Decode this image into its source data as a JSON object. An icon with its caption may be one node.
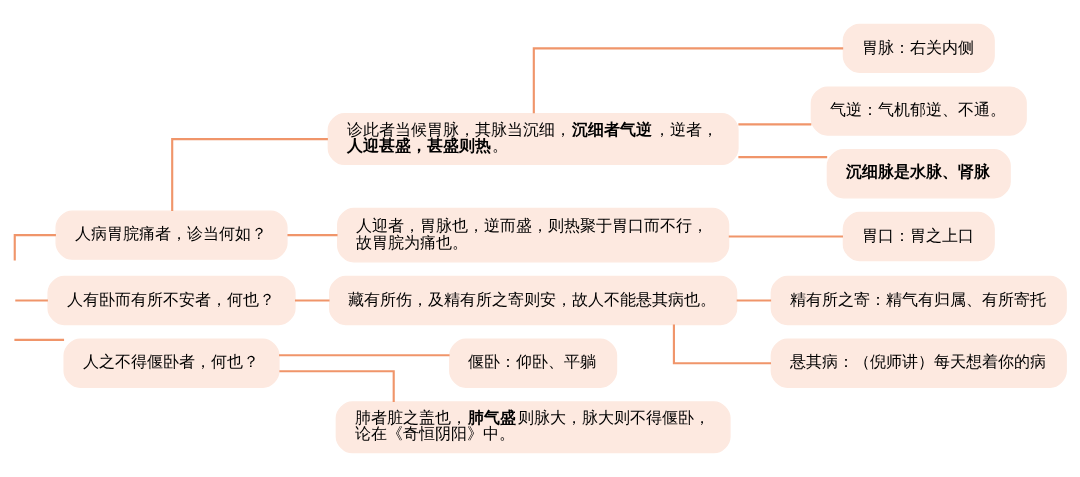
{
  "diagram": {
    "nodes": [
      {
        "text": [
          "人病胃脘痛者，诊当何如？"
        ]
      },
      {
        "text": [
          "诊此者当候胃脉，其脉当沉细，**沉细者气逆**，逆者，**人迎甚盛，甚盛则热**。"
        ]
      },
      {
        "text": [
          "胃脉：右关内侧"
        ]
      },
      {
        "text": [
          "气逆：气机郁逆、不通。"
        ]
      },
      {
        "text": [
          "**沉细脉是水脉、肾脉**"
        ]
      },
      {
        "text": [
          "人迎者，胃脉也，逆而盛，则热聚于胃口而不行，故胃脘为痛也。"
        ]
      },
      {
        "text": [
          "胃口：胃之上口"
        ]
      },
      {
        "text": [
          "人有卧而有所不安者，何也？"
        ]
      },
      {
        "text": [
          "藏有所伤，及精有所之寄则安，故人不能悬其病也。"
        ]
      },
      {
        "text": [
          "精有所之寄：精气有归属、有所寄托"
        ]
      },
      {
        "text": [
          "悬其病：（倪师讲）每天想着你的病"
        ]
      },
      {
        "text": [
          "人之不得偃卧者，何也？"
        ]
      },
      {
        "text": [
          "偃卧：仰卧、平躺"
        ]
      },
      {
        "text": [
          "肺者脏之盖也，**肺气盛**则脉大，脉大则不得偃卧，论在《奇恒阴阳》中。"
        ]
      }
    ],
    "edges": [
      {
        "from": null,
        "to": 0,
        "arrow": "none"
      },
      {
        "from": null,
        "to": 7,
        "arrow": "none"
      },
      {
        "from": null,
        "to": 11,
        "arrow": "none"
      },
      {
        "from": 0,
        "to": 1,
        "arrow": "none"
      },
      {
        "from": 0,
        "to": 5,
        "arrow": "none"
      },
      {
        "from": 1,
        "to": 2,
        "arrow": "none"
      },
      {
        "from": 1,
        "to": 3,
        "arrow": "none"
      },
      {
        "from": 1,
        "to": 4,
        "arrow": "none"
      },
      {
        "from": 5,
        "to": 6,
        "arrow": "none"
      },
      {
        "from": 7,
        "to": 8,
        "arrow": "none"
      },
      {
        "from": 8,
        "to": 9,
        "arrow": "none"
      },
      {
        "from": 8,
        "to": 10,
        "arrow": "none"
      },
      {
        "from": 11,
        "to": 12,
        "arrow": "none"
      },
      {
        "from": 11,
        "to": 13,
        "arrow": "none"
      }
    ]
  }
}
